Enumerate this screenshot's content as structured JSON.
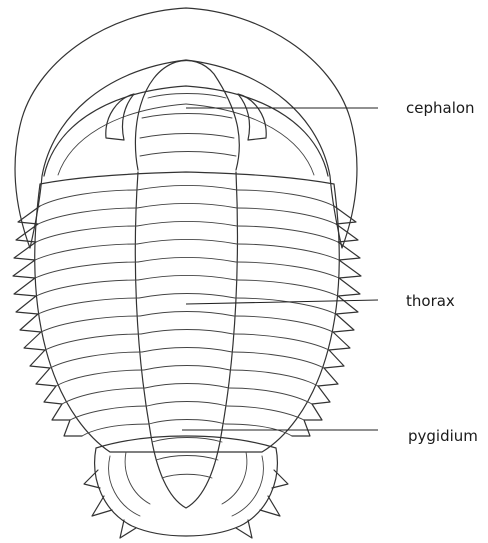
{
  "labels": {
    "cephalon": "cephalon",
    "thorax": "thorax",
    "pygidium": "pygidium"
  },
  "colors": {
    "line": "#333333",
    "background": "#ffffff"
  }
}
